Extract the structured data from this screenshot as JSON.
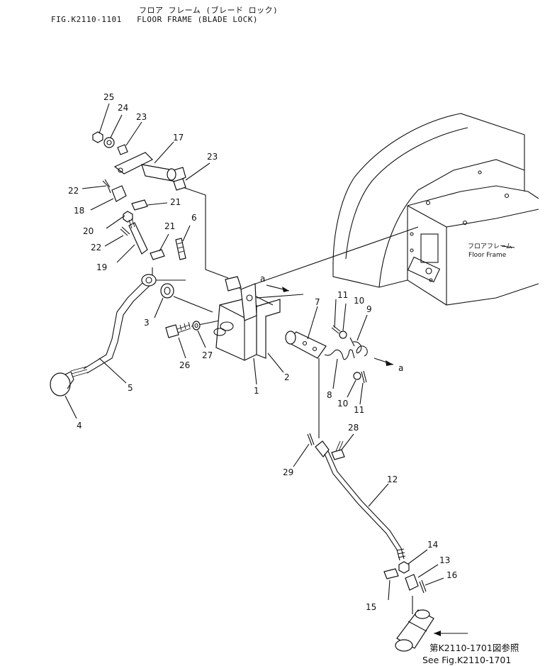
{
  "header": {
    "title_jp": "フロア フレーム (ブレード ロック)",
    "figure_number": "FIG.K2110-1101",
    "title_en": "FLOOR FRAME (BLADE LOCK)"
  },
  "frame_label": {
    "jp": "フロアフレーム",
    "en": "Floor Frame"
  },
  "view_marker": "a",
  "part_numbers": [
    "1",
    "2",
    "3",
    "4",
    "5",
    "6",
    "7",
    "8",
    "9",
    "10",
    "10",
    "11",
    "11",
    "12",
    "13",
    "14",
    "15",
    "16",
    "17",
    "18",
    "19",
    "20",
    "21",
    "21",
    "22",
    "22",
    "23",
    "23",
    "24",
    "25",
    "26",
    "27",
    "28",
    "29"
  ],
  "reference": {
    "jp": "第K2110-1701図参照",
    "en": "See Fig.K2110-1701"
  }
}
